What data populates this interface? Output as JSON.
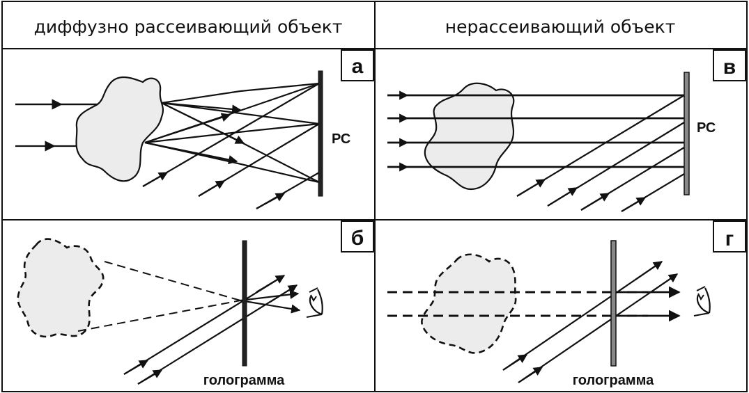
{
  "headers": {
    "left": "диффузно рассеивающий объект",
    "right": "нерассеивающий объект"
  },
  "panels": {
    "a": {
      "tag": "а",
      "detector_label": "РС"
    },
    "v": {
      "tag": "в",
      "detector_label": "РС"
    },
    "b": {
      "tag": "б",
      "plate_label": "голограмма"
    },
    "g": {
      "tag": "г",
      "plate_label": "голограмма"
    }
  },
  "colors": {
    "line": "#111111",
    "object_fill": "#ececec",
    "background": "#ffffff"
  },
  "icons": [
    "eye-icon",
    "arrow-icon"
  ]
}
